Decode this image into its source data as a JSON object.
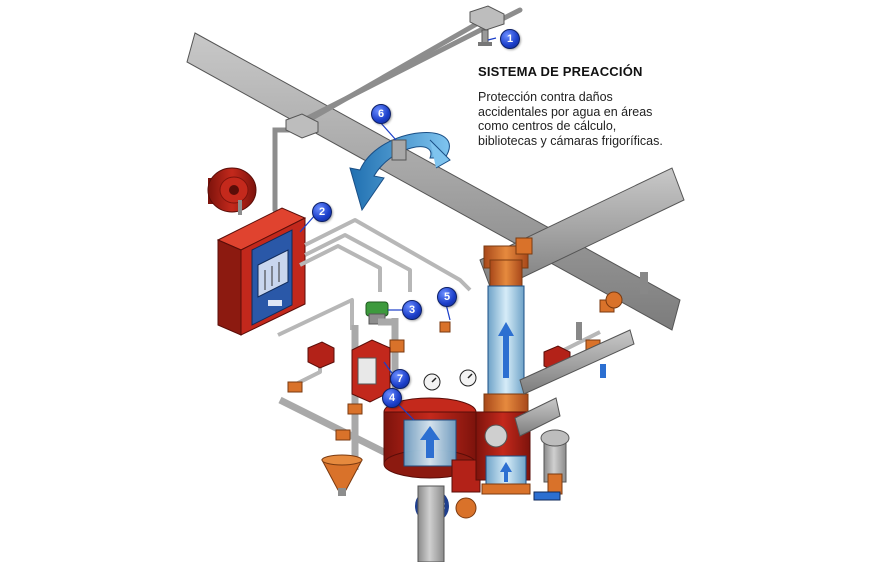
{
  "title": "SISTEMA DE PREACCIÓN",
  "description": [
    "Protección contra daños",
    "accidentales por agua en áreas",
    "como centros de cálculo,",
    "bibliotecas y cámaras frigoríficas."
  ],
  "callouts": [
    "1",
    "2",
    "3",
    "4",
    "5",
    "6",
    "7"
  ],
  "colors": {
    "pipe_gray": "#9a9a9a",
    "valve_red": "#b32218",
    "fitting_orange": "#d9722a",
    "panel_red": "#c2281c",
    "accent_blue": "#2c6fd1",
    "callout_blue": "#1b3ec9"
  }
}
